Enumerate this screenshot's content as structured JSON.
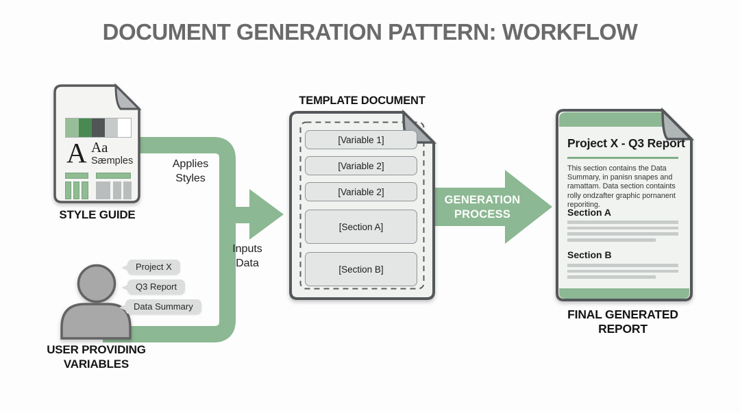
{
  "title": "DOCUMENT GENERATION PATTERN: WORKFLOW",
  "colors": {
    "accent_green": "#8cb893",
    "doc_border": "#55585a",
    "rule_green": "#7fae85",
    "tag_background": "#dbdedd",
    "placeholder_line_gray": "#c7cbca",
    "title_gray": "#6a6a6a"
  },
  "style_guide": {
    "label": "STYLE GUIDE",
    "letter_large": "A",
    "letter_pair": "Aa",
    "samples_text": "Sæmples",
    "swatches": [
      "#97bf97",
      "#498a52",
      "#515556",
      "#c6cacb",
      "#ffffff"
    ]
  },
  "flow": {
    "applies_line1": "Applies",
    "applies_line2": "Styles",
    "inputs_line1": "Inputs",
    "inputs_line2": "Data"
  },
  "user": {
    "label_line1": "USER PROVIDING",
    "label_line2": "VARIABLES",
    "tags": [
      "Project X",
      "Q3 Report",
      "Data Summary"
    ]
  },
  "template_document": {
    "title": "TEMPLATE DOCUMENT",
    "fields": [
      "[Variable 1]",
      "[Variable 2]",
      "[Variable 2]",
      "[Section A]",
      "[Section B]"
    ]
  },
  "generation_arrow": {
    "line1": "GENERATION",
    "line2": "PROCESS"
  },
  "final_report": {
    "doc_title": "Project X - Q3 Report",
    "body_lines": [
      "This section contains the Data",
      "Summary, in panisn snapes and",
      "ramattam. Data section containts",
      "rolly ondzafter graphic pornanent",
      "reporiting."
    ],
    "section_a_title": "Section A",
    "section_b_title": "Section B",
    "label_line1": "FINAL GENERATED",
    "label_line2": "REPORT"
  }
}
